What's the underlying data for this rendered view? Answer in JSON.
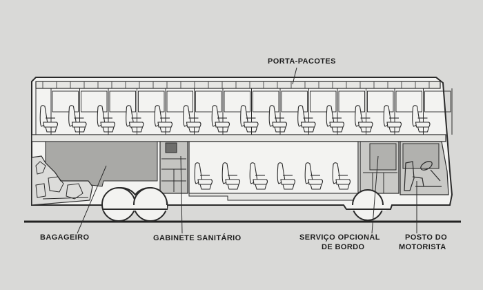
{
  "labels": {
    "porta_pacotes": "PORTA-PACOTES",
    "bagageiro": "BAGAGEIRO",
    "gabinete_sanitario": "GABINETE SANITÁRIO",
    "servico_opcional_1": "SERVIÇO OPCIONAL",
    "servico_opcional_2": "DE BORDO",
    "posto_1": "POSTO DO",
    "posto_2": "MOTORISTA"
  },
  "colors": {
    "background": "#d9d9d7",
    "line": "#2a2a2a",
    "body_fill": "#f3f3f1",
    "shaded_fill": "#a9a9a6"
  },
  "diagram": {
    "upper_deck_seats": 14,
    "lower_deck_seats": 6
  }
}
